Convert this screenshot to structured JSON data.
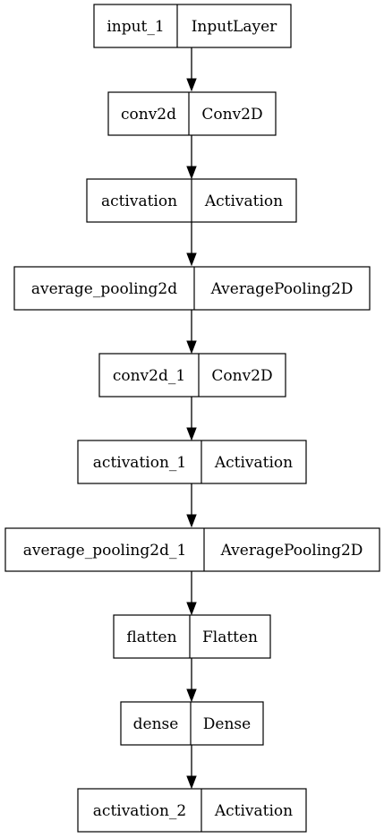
{
  "diagram": {
    "layers": [
      {
        "name": "input_1",
        "type": "InputLayer"
      },
      {
        "name": "conv2d",
        "type": "Conv2D"
      },
      {
        "name": "activation",
        "type": "Activation"
      },
      {
        "name": "average_pooling2d",
        "type": "AveragePooling2D"
      },
      {
        "name": "conv2d_1",
        "type": "Conv2D"
      },
      {
        "name": "activation_1",
        "type": "Activation"
      },
      {
        "name": "average_pooling2d_1",
        "type": "AveragePooling2D"
      },
      {
        "name": "flatten",
        "type": "Flatten"
      },
      {
        "name": "dense",
        "type": "Dense"
      },
      {
        "name": "activation_2",
        "type": "Activation"
      }
    ]
  }
}
